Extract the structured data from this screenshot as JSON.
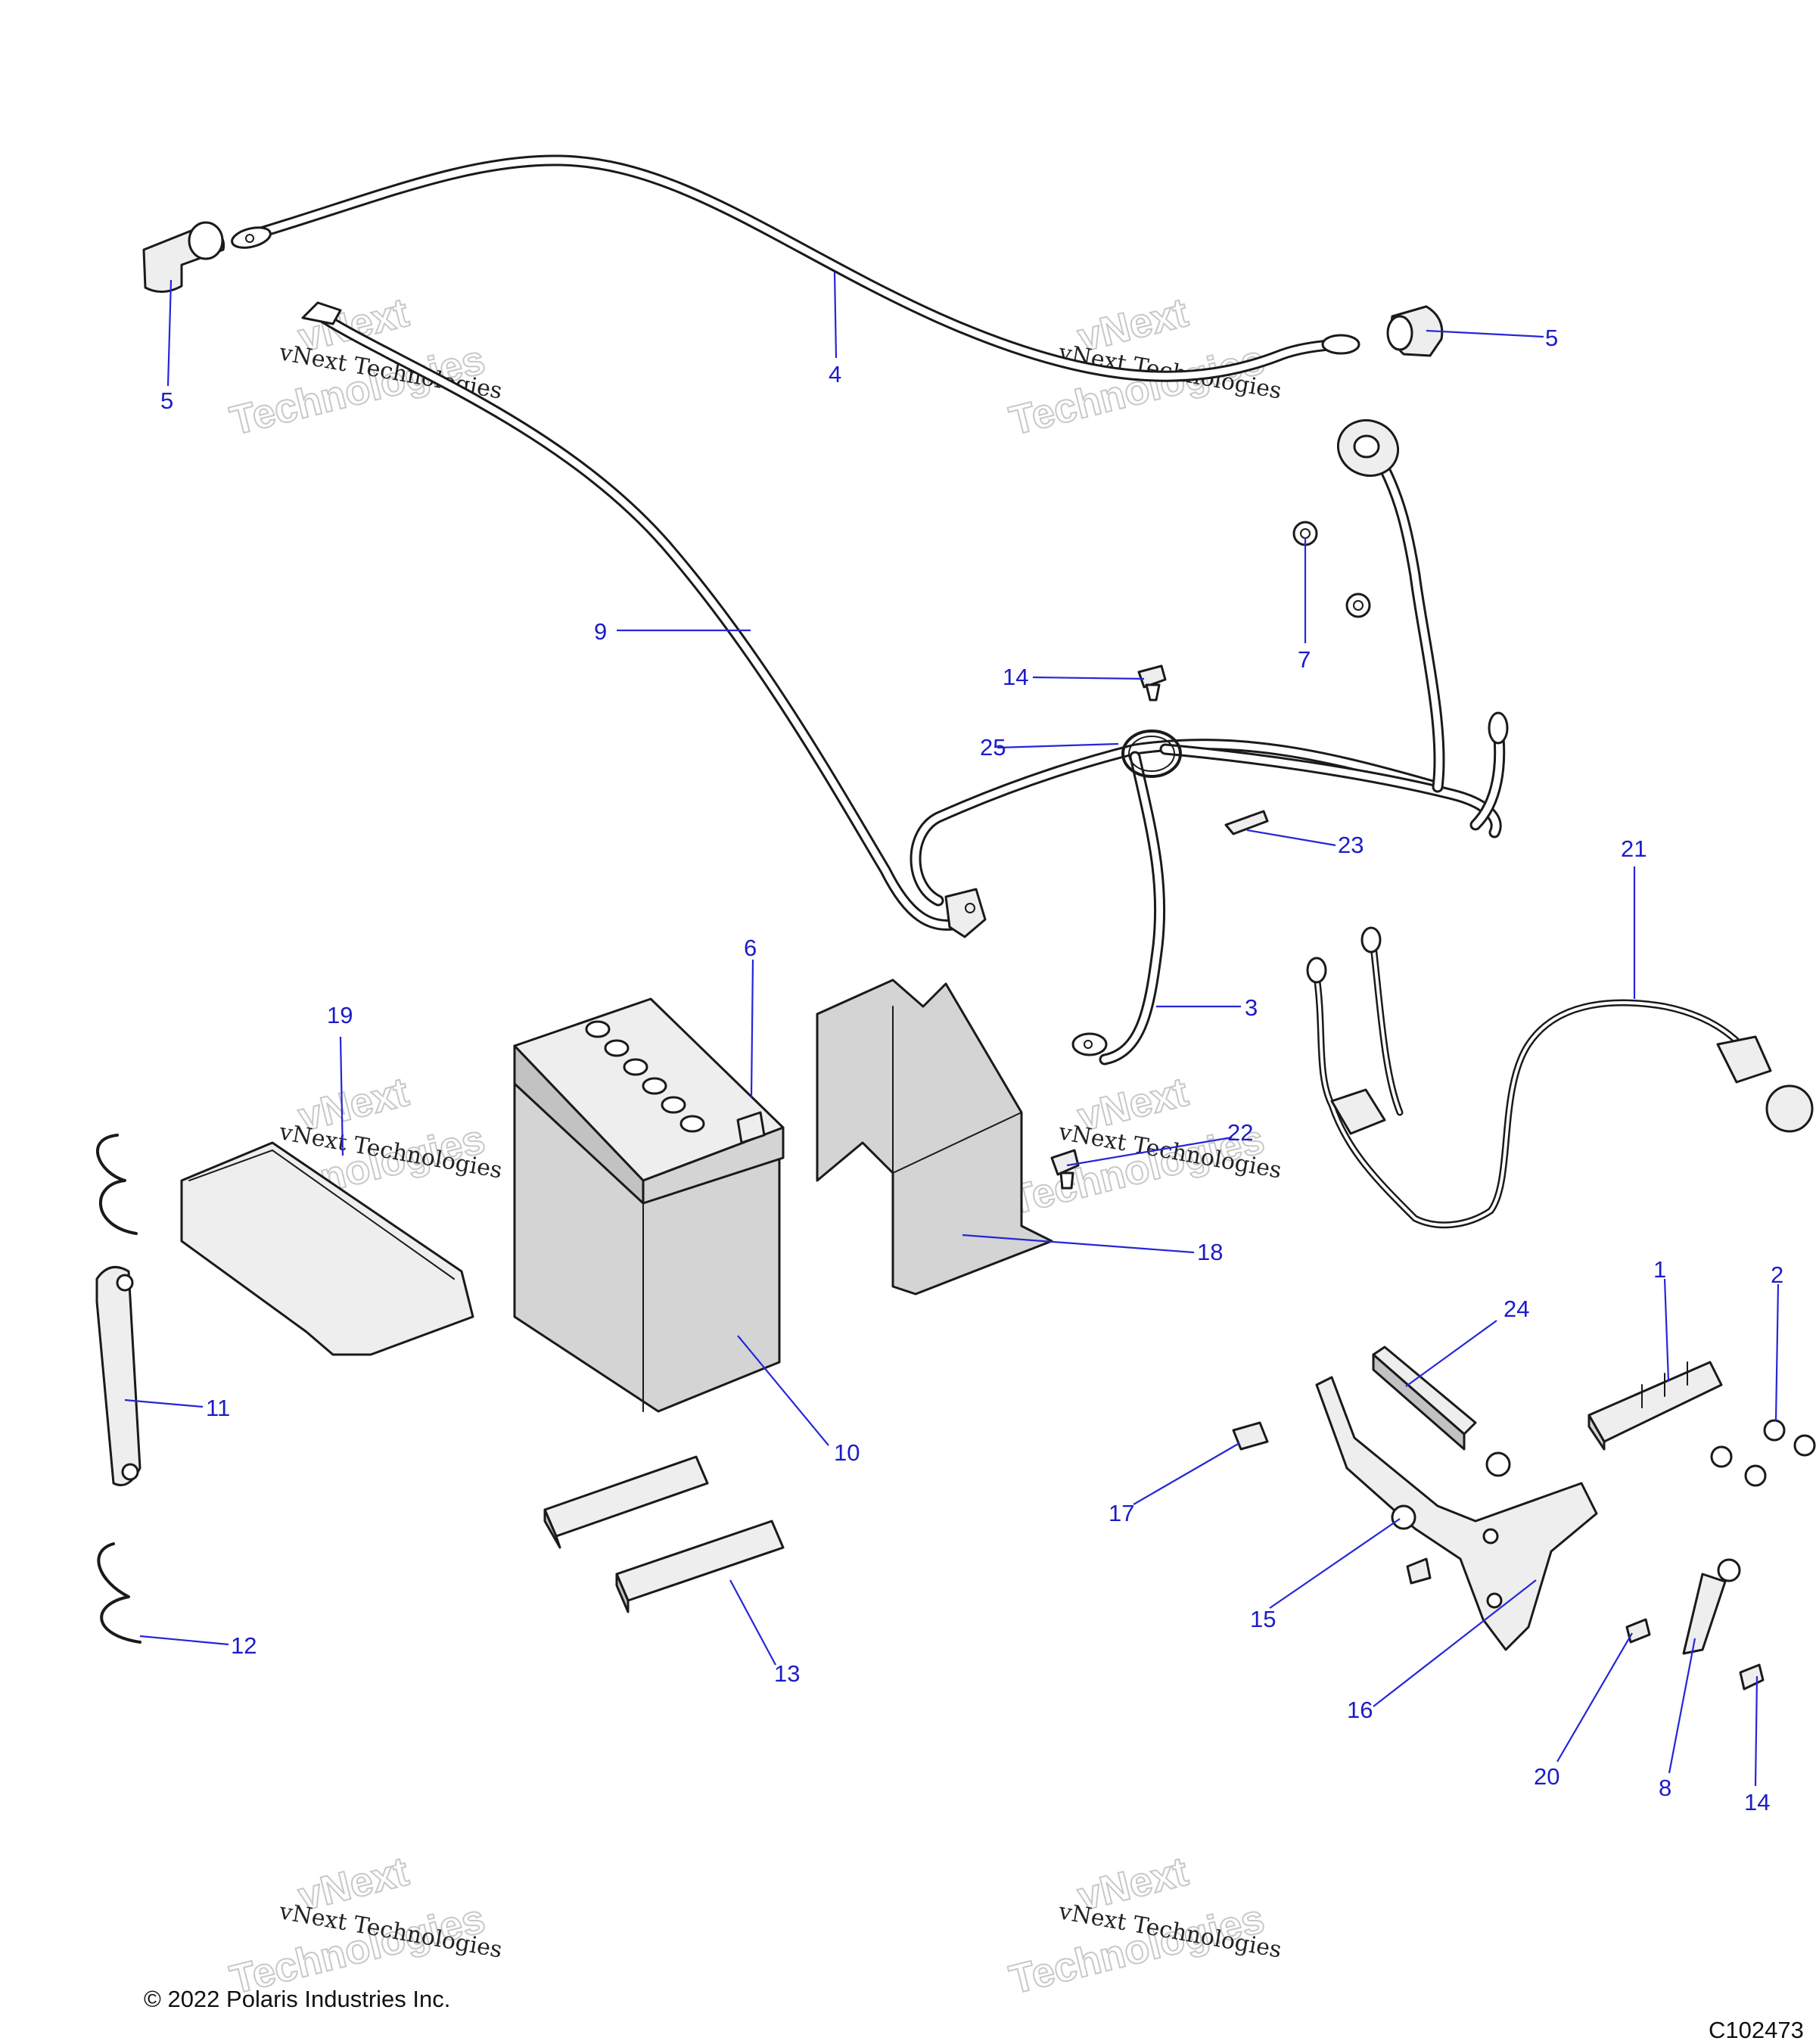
{
  "callouts": [
    {
      "id": "1",
      "label": "1"
    },
    {
      "id": "2",
      "label": "2"
    },
    {
      "id": "3",
      "label": "3"
    },
    {
      "id": "4",
      "label": "4"
    },
    {
      "id": "5a",
      "label": "5"
    },
    {
      "id": "5b",
      "label": "5"
    },
    {
      "id": "6",
      "label": "6"
    },
    {
      "id": "7",
      "label": "7"
    },
    {
      "id": "8",
      "label": "8"
    },
    {
      "id": "9",
      "label": "9"
    },
    {
      "id": "10",
      "label": "10"
    },
    {
      "id": "11",
      "label": "11"
    },
    {
      "id": "12",
      "label": "12"
    },
    {
      "id": "13",
      "label": "13"
    },
    {
      "id": "14a",
      "label": "14"
    },
    {
      "id": "14b",
      "label": "14"
    },
    {
      "id": "15",
      "label": "15"
    },
    {
      "id": "16",
      "label": "16"
    },
    {
      "id": "17",
      "label": "17"
    },
    {
      "id": "18",
      "label": "18"
    },
    {
      "id": "19",
      "label": "19"
    },
    {
      "id": "20",
      "label": "20"
    },
    {
      "id": "21",
      "label": "21"
    },
    {
      "id": "22",
      "label": "22"
    },
    {
      "id": "23",
      "label": "23"
    },
    {
      "id": "24",
      "label": "24"
    },
    {
      "id": "25",
      "label": "25"
    }
  ],
  "watermark": {
    "line1": "vNext Technologies",
    "ghost1": "vNext",
    "ghost2": "Technologies"
  },
  "footer": {
    "copyright": "© 2022 Polaris Industries Inc.",
    "code": "C102473"
  },
  "colors": {
    "callout": "#1c1cc8",
    "leader": "#2626d8",
    "part_fill": "#d4d4d4"
  }
}
